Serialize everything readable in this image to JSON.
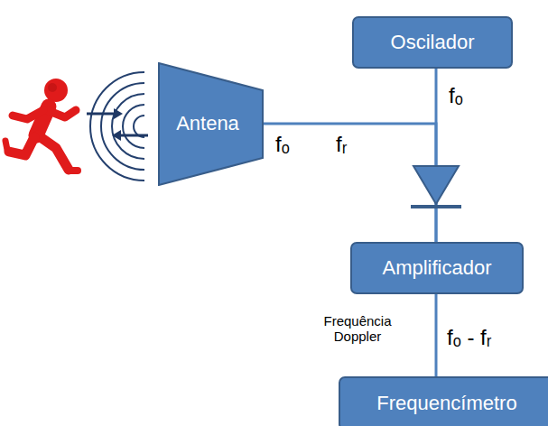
{
  "diagram": {
    "nodes": [
      {
        "text": [
          "Oscilador"
        ]
      },
      {
        "text": [
          "Antena"
        ]
      },
      {
        "text": [
          "Amplificador"
        ]
      },
      {
        "text": [
          "Frequencímetro"
        ]
      }
    ],
    "edges": [
      {
        "from": 0,
        "to": 2,
        "arrow": "none"
      },
      {
        "from": 1,
        "to": 2,
        "arrow": "none"
      },
      {
        "from": 2,
        "to": 3,
        "arrow": "none"
      }
    ],
    "labels": [
      "fₒ",
      "fₒ",
      "fᵣ",
      "Frequência Doppler",
      "fₒ - fᵣ"
    ]
  }
}
